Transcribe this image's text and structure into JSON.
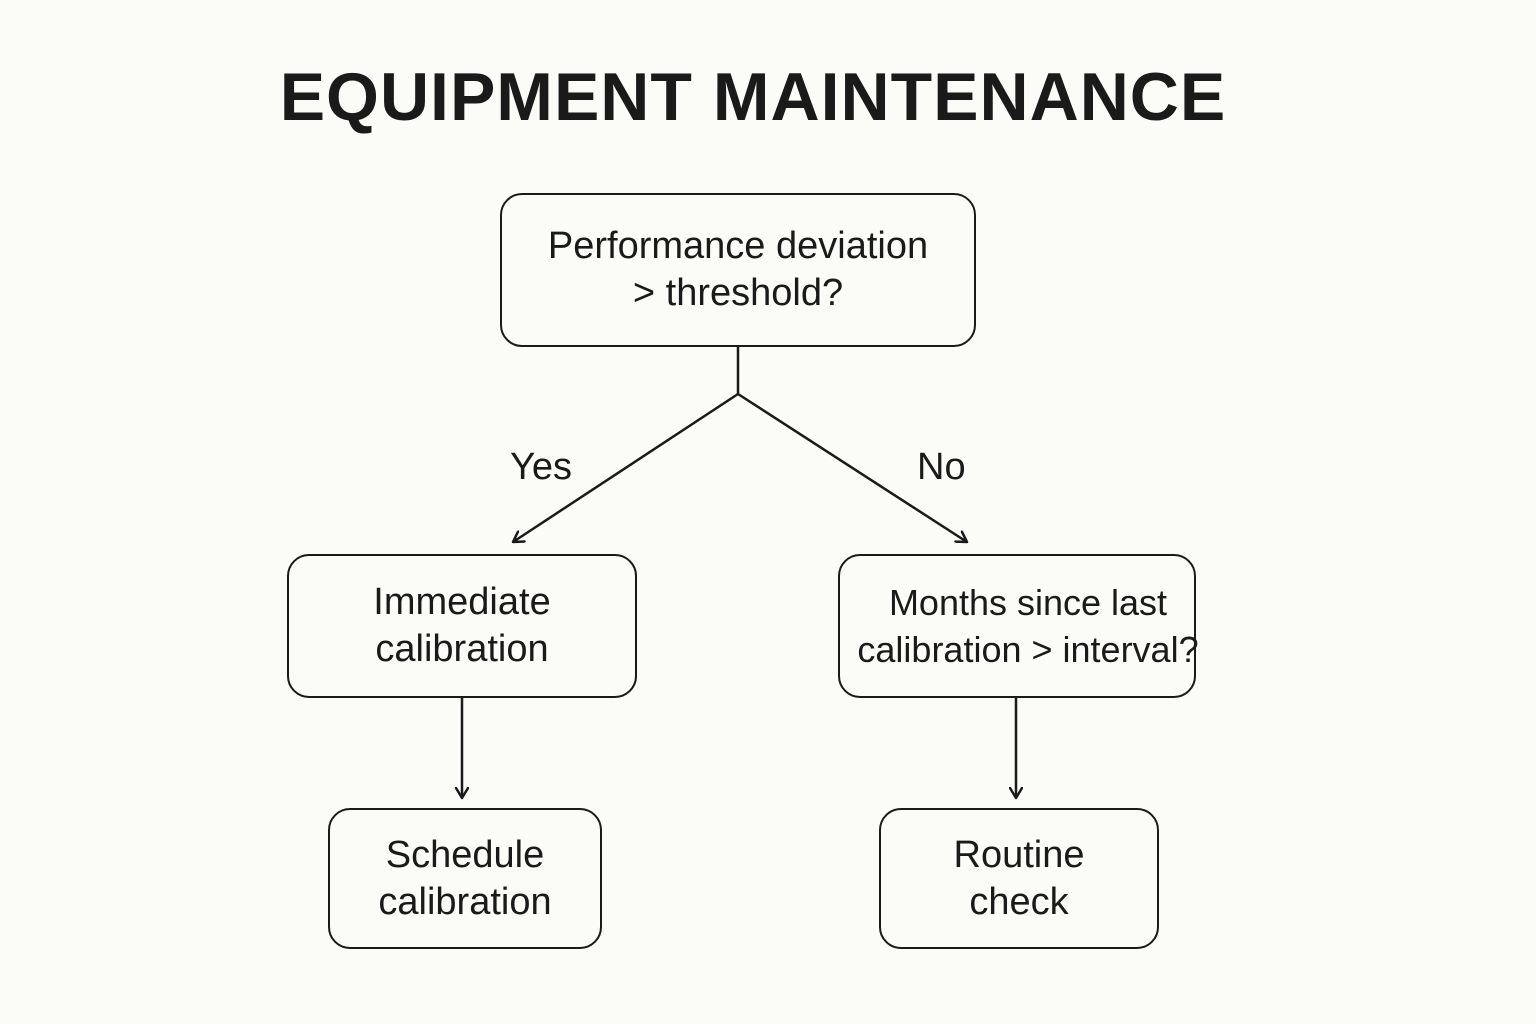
{
  "diagram": {
    "title": "EQUIPMENT MAINTENANCE",
    "nodes": {
      "decision_deviation": {
        "lines": [
          "Performance deviation",
          "> threshold?"
        ]
      },
      "immediate_calibration": {
        "lines": [
          "Immediate",
          "calibration"
        ]
      },
      "decision_interval": {
        "lines": [
          "Months since last",
          "calibration > interval?"
        ]
      },
      "schedule_calibration": {
        "lines": [
          "Schedule",
          "calibration"
        ]
      },
      "routine_check": {
        "lines": [
          "Routine",
          "check"
        ]
      }
    },
    "edges": {
      "yes_label": "Yes",
      "no_label": "No"
    }
  }
}
